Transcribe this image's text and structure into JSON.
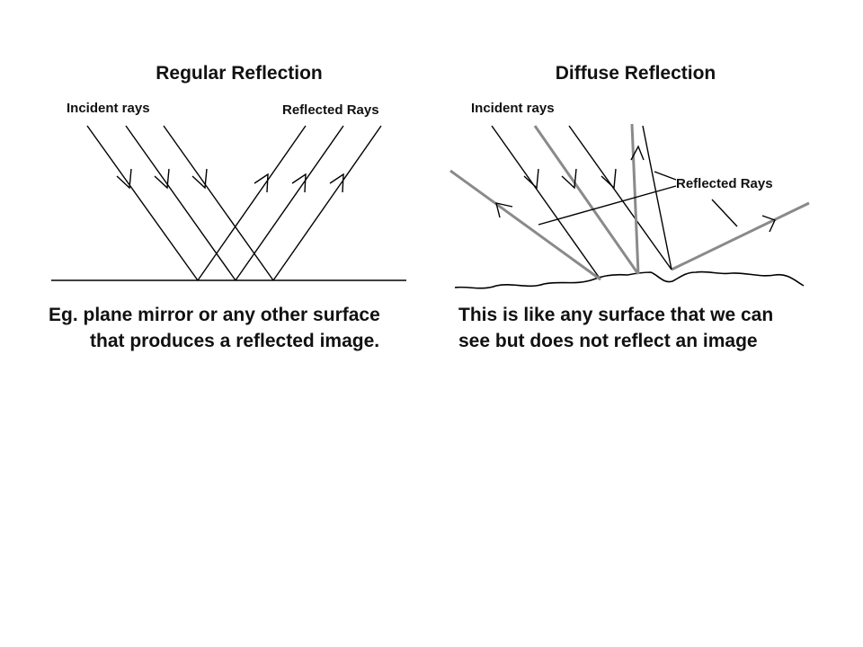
{
  "regular": {
    "title": "Regular Reflection",
    "incident_label": "Incident rays",
    "reflected_label": "Reflected Rays",
    "caption_line1": "Eg. plane mirror or any other surface",
    "caption_line2": "that produces a reflected image."
  },
  "diffuse": {
    "title": "Diffuse Reflection",
    "incident_label": "Incident rays",
    "reflected_label": "Reflected Rays",
    "caption_line1": "This is like any surface that we can",
    "caption_line2": "see but does not reflect an image"
  }
}
